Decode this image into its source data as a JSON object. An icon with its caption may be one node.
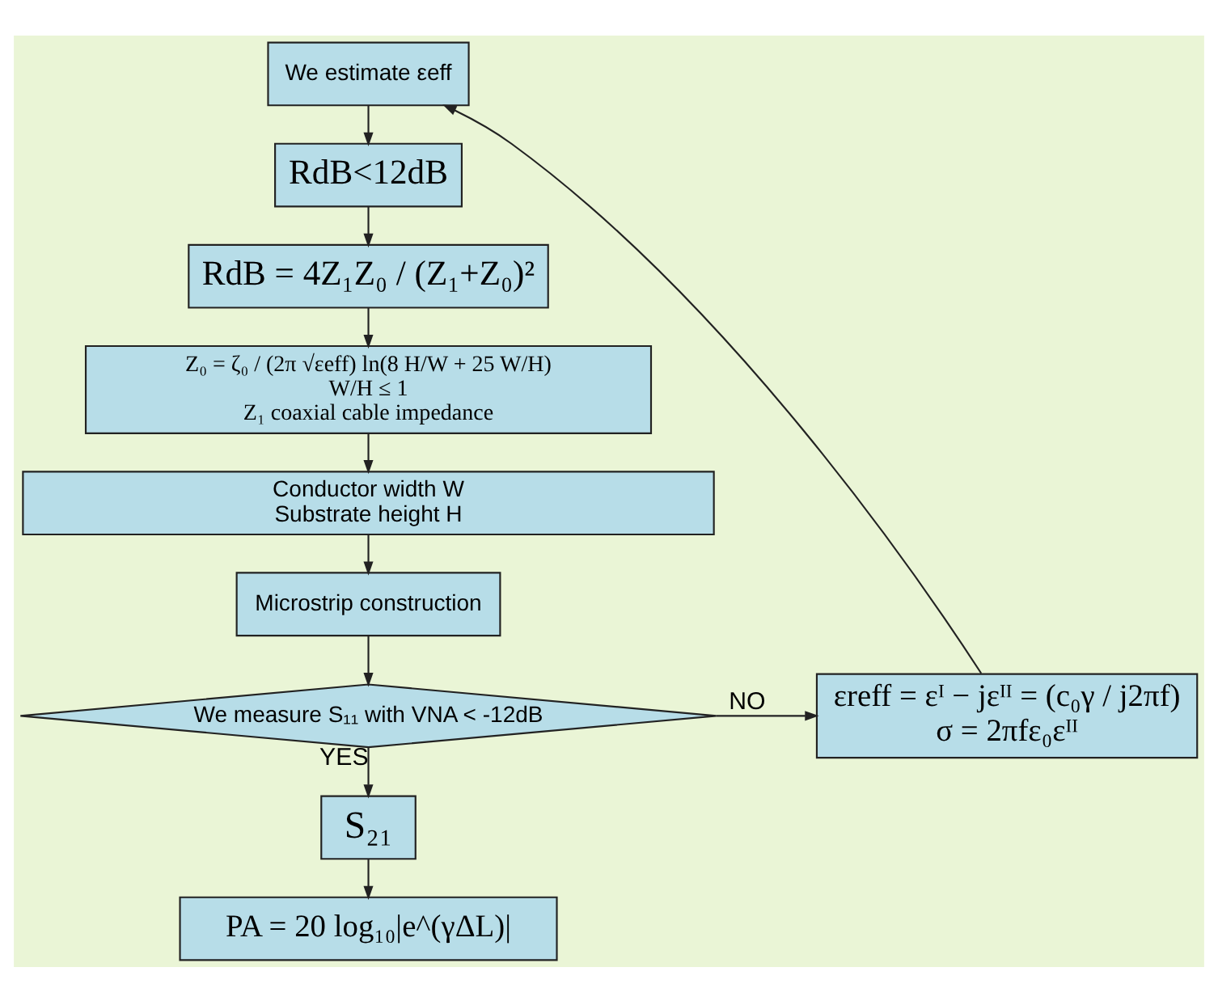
{
  "diagram": {
    "nodes": [
      {
        "text": [
          "We estimate εeff"
        ]
      },
      {
        "text": [
          "RdB<12dB"
        ]
      },
      {
        "text": [
          "RdB = 4Z₁Z₀ / (Z₁+Z₀)²"
        ]
      },
      {
        "text": [
          "Z₀ = ζ₀ / (2π √εeff) ln(8 H/W + 25 W/H)",
          "W/H ≤ 1",
          "Z₁ coaxial cable impedance"
        ]
      },
      {
        "text": [
          "Conductor width W",
          "Substrate height H"
        ]
      },
      {
        "text": [
          "Microstrip construction"
        ]
      },
      {
        "text": [
          "We measure S₁₁ with VNA < -12dB"
        ]
      },
      {
        "text": [
          "S₂₁"
        ]
      },
      {
        "text": [
          "PA = 20 log₁₀|e^(γΔL)|"
        ]
      },
      {
        "text": [
          "εreff = εᴵ − jεᴵᴵ = (c₀γ / j2πf)",
          "σ = 2πfε₀εᴵᴵ"
        ]
      }
    ],
    "edges": [
      {
        "from": 0,
        "to": 1,
        "arrow": "to"
      },
      {
        "from": 1,
        "to": 2,
        "arrow": "to"
      },
      {
        "from": 2,
        "to": 3,
        "arrow": "to"
      },
      {
        "from": 3,
        "to": 4,
        "arrow": "to"
      },
      {
        "from": 4,
        "to": 5,
        "arrow": "to"
      },
      {
        "from": 5,
        "to": 6,
        "arrow": "to"
      },
      {
        "from": 6,
        "to": 7,
        "arrow": "to",
        "label": "YES"
      },
      {
        "from": 7,
        "to": 8,
        "arrow": "to"
      },
      {
        "from": 6,
        "to": 9,
        "arrow": "to",
        "label": "NO"
      },
      {
        "from": 9,
        "to": 0,
        "arrow": "to"
      }
    ]
  }
}
